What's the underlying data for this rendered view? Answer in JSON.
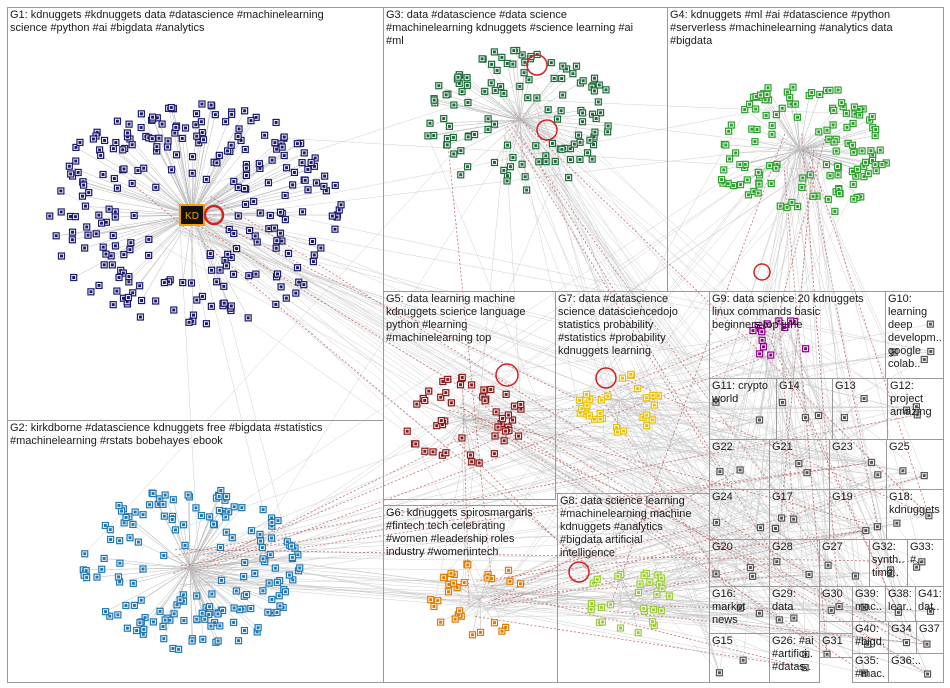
{
  "groups": [
    {
      "id": "G1",
      "label": "G1: kdnuggets #kdnuggets data #datascience #machinelearning\nscience #python #ai #bigdata #analytics",
      "color": "#1a1a6e"
    },
    {
      "id": "G3",
      "label": "G3: data #datascience #data science\n#machinelearning kdnuggets #science learning #ai\n#ml",
      "color": "#1e6b3a"
    },
    {
      "id": "G4",
      "label": "G4: kdnuggets #ml #ai #datascience #python\n#serverless #machinelearning #analytics data\n#bigdata",
      "color": "#2ca02c"
    },
    {
      "id": "G5",
      "label": "G5: data learning machine\nkdnuggets science language\npython #learning\n#machinelearning top",
      "color": "#8b1a1a"
    },
    {
      "id": "G7",
      "label": "G7: data #datascience\nscience datasciencedojo\nstatistics probability\n#statistics #probability\nkdnuggets learning",
      "color": "#e8c000"
    },
    {
      "id": "G9",
      "label": "G9: data science 20 kdnuggets\nlinux commands basic\nbeginners top june",
      "color": "#8b008b"
    },
    {
      "id": "G10",
      "label": "G10:\nlearning\ndeep\ndevelopm..\ngoogle\ncolab..",
      "color": "#555"
    },
    {
      "id": "G11",
      "label": "G11: crypto\nworld",
      "color": "#555"
    },
    {
      "id": "G14",
      "label": "G14",
      "color": "#555"
    },
    {
      "id": "G13",
      "label": "G13",
      "color": "#555"
    },
    {
      "id": "G12",
      "label": "G12:\nproject\namazing",
      "color": "#555"
    },
    {
      "id": "G2",
      "label": "G2: kirkdborne #datascience kdnuggets free #bigdata #statistics\n#machinelearning #rstats bobehayes ebook",
      "color": "#1f77b4"
    },
    {
      "id": "G6",
      "label": "G6: kdnuggets spirosmargaris\n#fintech tech celebrating\n#women #leadership roles\nindustry #womenintech",
      "color": "#e07b00"
    },
    {
      "id": "G8",
      "label": "G8: data science learning\n#machinelearning machine\nkdnuggets #analytics\n#bigdata artificial\nintelligence",
      "color": "#9acd32"
    },
    {
      "id": "G22",
      "label": "G22",
      "color": "#555"
    },
    {
      "id": "G21",
      "label": "G21",
      "color": "#555"
    },
    {
      "id": "G23",
      "label": "G23",
      "color": "#555"
    },
    {
      "id": "G25",
      "label": "G25",
      "color": "#555"
    },
    {
      "id": "G24",
      "label": "G24",
      "color": "#555"
    },
    {
      "id": "G17",
      "label": "G17",
      "color": "#555"
    },
    {
      "id": "G19",
      "label": "G19",
      "color": "#555"
    },
    {
      "id": "G18",
      "label": "G18:\nkdnuggets",
      "color": "#555"
    },
    {
      "id": "G20",
      "label": "G20",
      "color": "#555"
    },
    {
      "id": "G28",
      "label": "G28",
      "color": "#555"
    },
    {
      "id": "G27",
      "label": "G27",
      "color": "#555"
    },
    {
      "id": "G32",
      "label": "G32:\nsynth..\ntime..",
      "color": "#555"
    },
    {
      "id": "G33",
      "label": "G33:\n#..",
      "color": "#555"
    },
    {
      "id": "G16",
      "label": "G16:\nmarket\nnews",
      "color": "#555"
    },
    {
      "id": "G29",
      "label": "G29:\ndata",
      "color": "#555"
    },
    {
      "id": "G30",
      "label": "G30",
      "color": "#555"
    },
    {
      "id": "G39",
      "label": "G39:\nmac..",
      "color": "#555"
    },
    {
      "id": "G38",
      "label": "G38:\nlear..",
      "color": "#555"
    },
    {
      "id": "G41",
      "label": "G41:\ndat..",
      "color": "#555"
    },
    {
      "id": "G40",
      "label": "G40:\n#bigd..",
      "color": "#555"
    },
    {
      "id": "G34",
      "label": "G34",
      "color": "#555"
    },
    {
      "id": "G37",
      "label": "G37",
      "color": "#555"
    },
    {
      "id": "G15",
      "label": "G15",
      "color": "#555"
    },
    {
      "id": "G26",
      "label": "G26: #ai\n#artifici..\n#datas..",
      "color": "#555"
    },
    {
      "id": "G31",
      "label": "G31",
      "color": "#555"
    },
    {
      "id": "G35",
      "label": "G35:\n#mac..",
      "color": "#555"
    },
    {
      "id": "G36",
      "label": "G36:..",
      "color": "#555"
    }
  ],
  "hub": {
    "label": "KD",
    "color": "#f0a000"
  }
}
